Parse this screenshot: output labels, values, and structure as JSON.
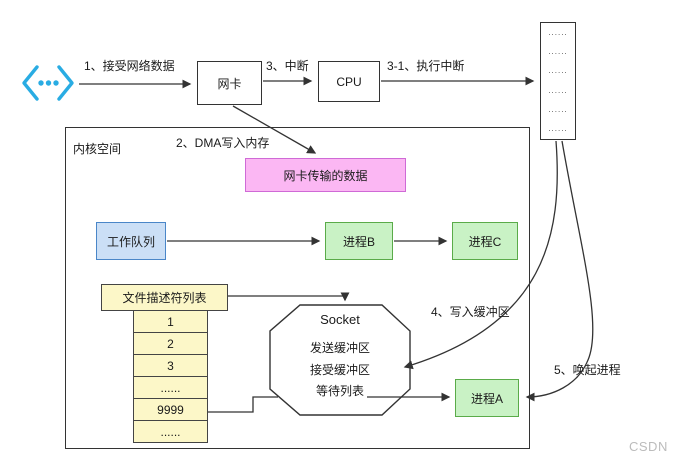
{
  "labels": {
    "step1": "1、接受网络数据",
    "step3": "3、中断",
    "step3_1": "3-1、执行中断",
    "step2": "2、DMA写入内存",
    "step4": "4、写入缓冲区",
    "step5": "5、唤起进程"
  },
  "nodes": {
    "nic": "网卡",
    "cpu": "CPU",
    "kernel_space": "内核空间",
    "nic_data": "网卡传输的数据",
    "work_queue": "工作队列",
    "process_b": "进程B",
    "process_c": "进程C",
    "process_a": "进程A"
  },
  "interrupt_vector_rows": [
    "......",
    "......",
    "......",
    "......",
    "......",
    "......"
  ],
  "fd_list": {
    "title": "文件描述符列表",
    "items": [
      "1",
      "2",
      "3",
      "......",
      "9999",
      "......"
    ]
  },
  "socket": {
    "title": "Socket",
    "rows": [
      "发送缓冲区",
      "接受缓冲区",
      "等待列表"
    ]
  },
  "watermark": "CSDN",
  "icons": {
    "net_icon": "network-stream-icon"
  },
  "colors": {
    "icon_blue": "#29ace3",
    "pink_fill": "#fbb7f3",
    "pink_border": "#cf6ad6",
    "blue_fill": "#cbdff6",
    "blue_border": "#4a86c8",
    "green_fill": "#c9f2c5",
    "green_border": "#5aab49",
    "yellow_fill": "#fcf7c8",
    "line": "#333333"
  }
}
